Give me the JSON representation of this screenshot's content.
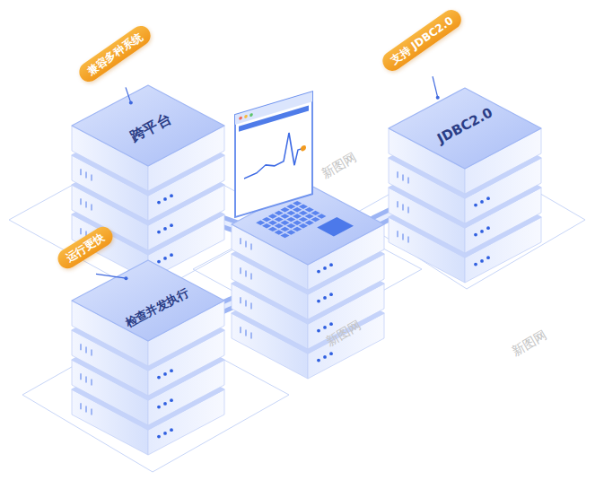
{
  "diagram": {
    "nodes": [
      {
        "text": [
          "兼容多种系统"
        ]
      },
      {
        "text": [
          "跨平台"
        ]
      },
      {
        "text": [
          "支持 JDBC2.0"
        ]
      },
      {
        "text": [
          "JDBC2.0"
        ]
      },
      {
        "text": [
          "运行更快"
        ]
      },
      {
        "text": [
          "检查并发执行"
        ]
      }
    ],
    "edges": [
      {
        "from": 0,
        "to": 1,
        "arrow": "none"
      },
      {
        "from": 2,
        "to": 3,
        "arrow": "none"
      },
      {
        "from": 4,
        "to": 5,
        "arrow": "none"
      }
    ],
    "labels": [
      "新图网",
      "新图网",
      "新图网"
    ]
  }
}
